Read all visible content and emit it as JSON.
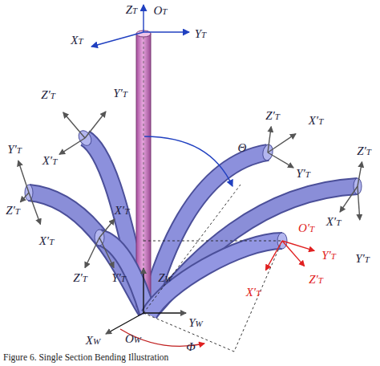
{
  "diagram": {
    "caption": "Figure 6. Single Section Bending Illustration",
    "labels": [
      "ZT",
      "OT",
      "YT",
      "XT",
      "Z′T",
      "Y′T",
      "X′T",
      "Y′T",
      "Z′T",
      "X′T",
      "X′T",
      "Z′T",
      "Y′T",
      "X′T",
      "Z′T",
      "Y′T",
      "Z′T",
      "X′T",
      "Y′T",
      "O′T",
      "Y′T",
      "Z′T",
      "X′T",
      "Θ",
      "ZW",
      "OW",
      "YW",
      "XW",
      "Φ"
    ]
  }
}
